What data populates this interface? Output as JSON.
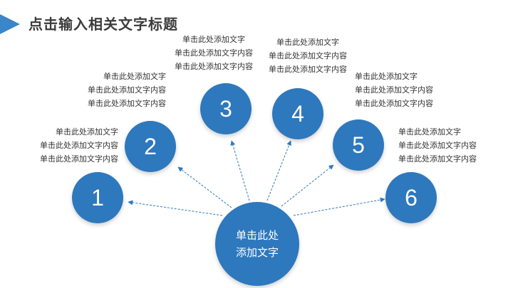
{
  "header": {
    "title": "点击输入相关文字标题"
  },
  "hub": {
    "line1": "单击此处",
    "line2": "添加文字"
  },
  "nodes": [
    {
      "number": "1",
      "lines": [
        "单击此处添加文字",
        "单击此处添加文字内容",
        "单击此处添加文字内容"
      ]
    },
    {
      "number": "2",
      "lines": [
        "单击此处添加文字",
        "单击此处添加文字内容",
        "单击此处添加文字内容"
      ]
    },
    {
      "number": "3",
      "lines": [
        "单击此处添加文字",
        "单击此处添加文字内容",
        "单击此处添加文字内容"
      ]
    },
    {
      "number": "4",
      "lines": [
        "单击此处添加文字",
        "单击此处添加文字内容",
        "单击此处添加文字内容"
      ]
    },
    {
      "number": "5",
      "lines": [
        "单击此处添加文字",
        "单击此处添加文字内容",
        "单击此处添加文字内容"
      ]
    },
    {
      "number": "6",
      "lines": [
        "单击此处添加文字",
        "单击此处添加文字内容",
        "单击此处添加文字内容"
      ]
    }
  ],
  "colors": {
    "node_fill": "#2e78bd",
    "accent_tab": "#3a86c8",
    "title_text": "#3b3b3b"
  }
}
